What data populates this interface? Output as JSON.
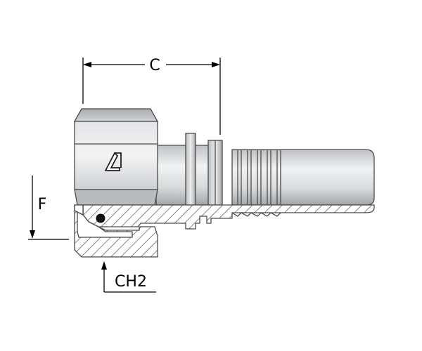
{
  "dimensions": {
    "c": "C",
    "f": "F",
    "ch2": "CH2"
  },
  "colors": {
    "metal_light": "#e8e9eb",
    "metal_mid": "#c9cbce",
    "metal_dark": "#8f9296",
    "outline": "#4a4a4a",
    "section_fill": "#ffffff",
    "hatch": "#3a3a3a",
    "dimension": "#000000"
  },
  "logo": "brand-logo-mark"
}
